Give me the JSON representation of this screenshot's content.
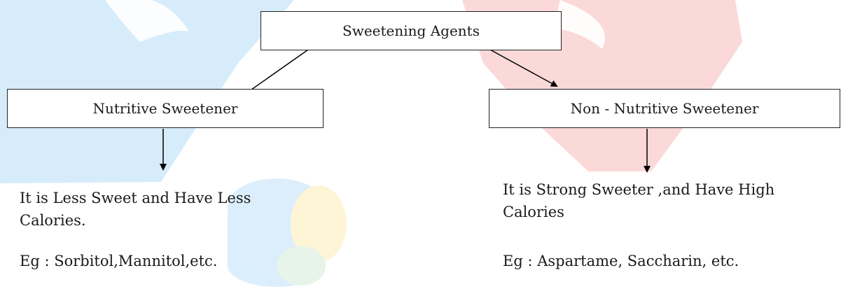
{
  "diagram": {
    "root": {
      "label": "Sweetening Agents"
    },
    "left": {
      "label": "Nutritive Sweetener",
      "description": "It is Less Sweet  and Have Less Calories.",
      "example": "Eg : Sorbitol,Mannitol,etc."
    },
    "right": {
      "label": "Non - Nutritive Sweetener",
      "description": "It is Strong Sweeter ,and Have High Calories",
      "example": "Eg : Aspartame, Saccharin, etc."
    }
  },
  "colors": {
    "watermark_blue": "#d6ecfb",
    "watermark_red": "#fbd9d9",
    "watermark_yellow": "#fdf4cf",
    "line": "#000000"
  }
}
